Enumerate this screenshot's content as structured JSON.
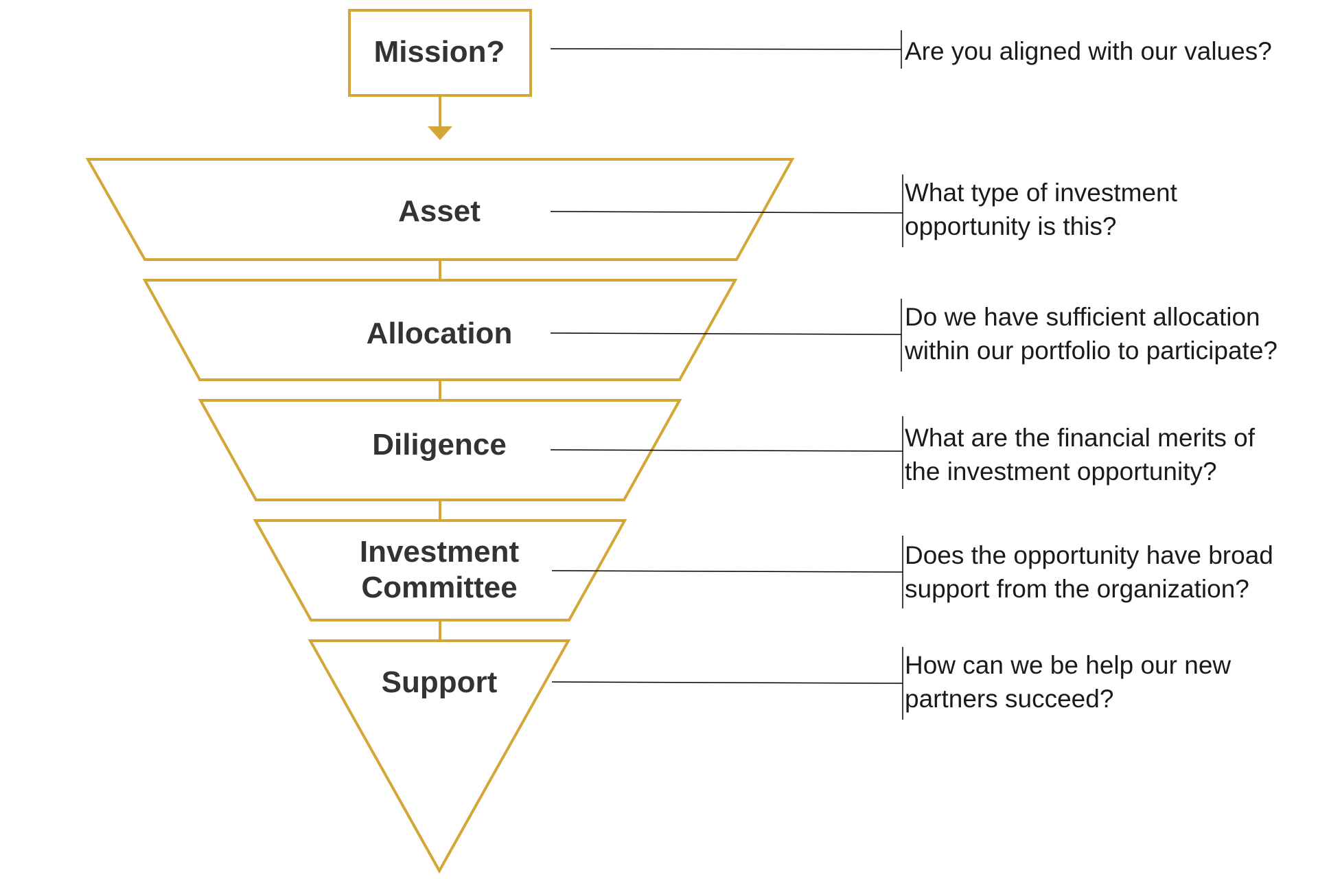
{
  "colors": {
    "accent": "#D4A537",
    "stage_text": "#333333",
    "question_text": "#1a1a1a",
    "connector": "#000000"
  },
  "stages": [
    {
      "id": "mission",
      "label_lines": [
        "Mission?"
      ],
      "question_lines": [
        "Are you aligned with our values?"
      ]
    },
    {
      "id": "asset",
      "label_lines": [
        "Asset"
      ],
      "question_lines": [
        "What type of investment",
        "opportunity is this?"
      ]
    },
    {
      "id": "allocation",
      "label_lines": [
        "Allocation"
      ],
      "question_lines": [
        "Do we have sufficient allocation",
        "within our portfolio to participate?"
      ]
    },
    {
      "id": "diligence",
      "label_lines": [
        "Diligence"
      ],
      "question_lines": [
        "What are the financial merits of",
        "the investment opportunity?"
      ]
    },
    {
      "id": "investment-committee",
      "label_lines": [
        "Investment",
        "Committee"
      ],
      "question_lines": [
        "Does the opportunity have broad",
        "support from the organization?"
      ]
    },
    {
      "id": "support",
      "label_lines": [
        "Support"
      ],
      "question_lines": [
        "How can we be help our new",
        "partners succeed?"
      ]
    }
  ]
}
